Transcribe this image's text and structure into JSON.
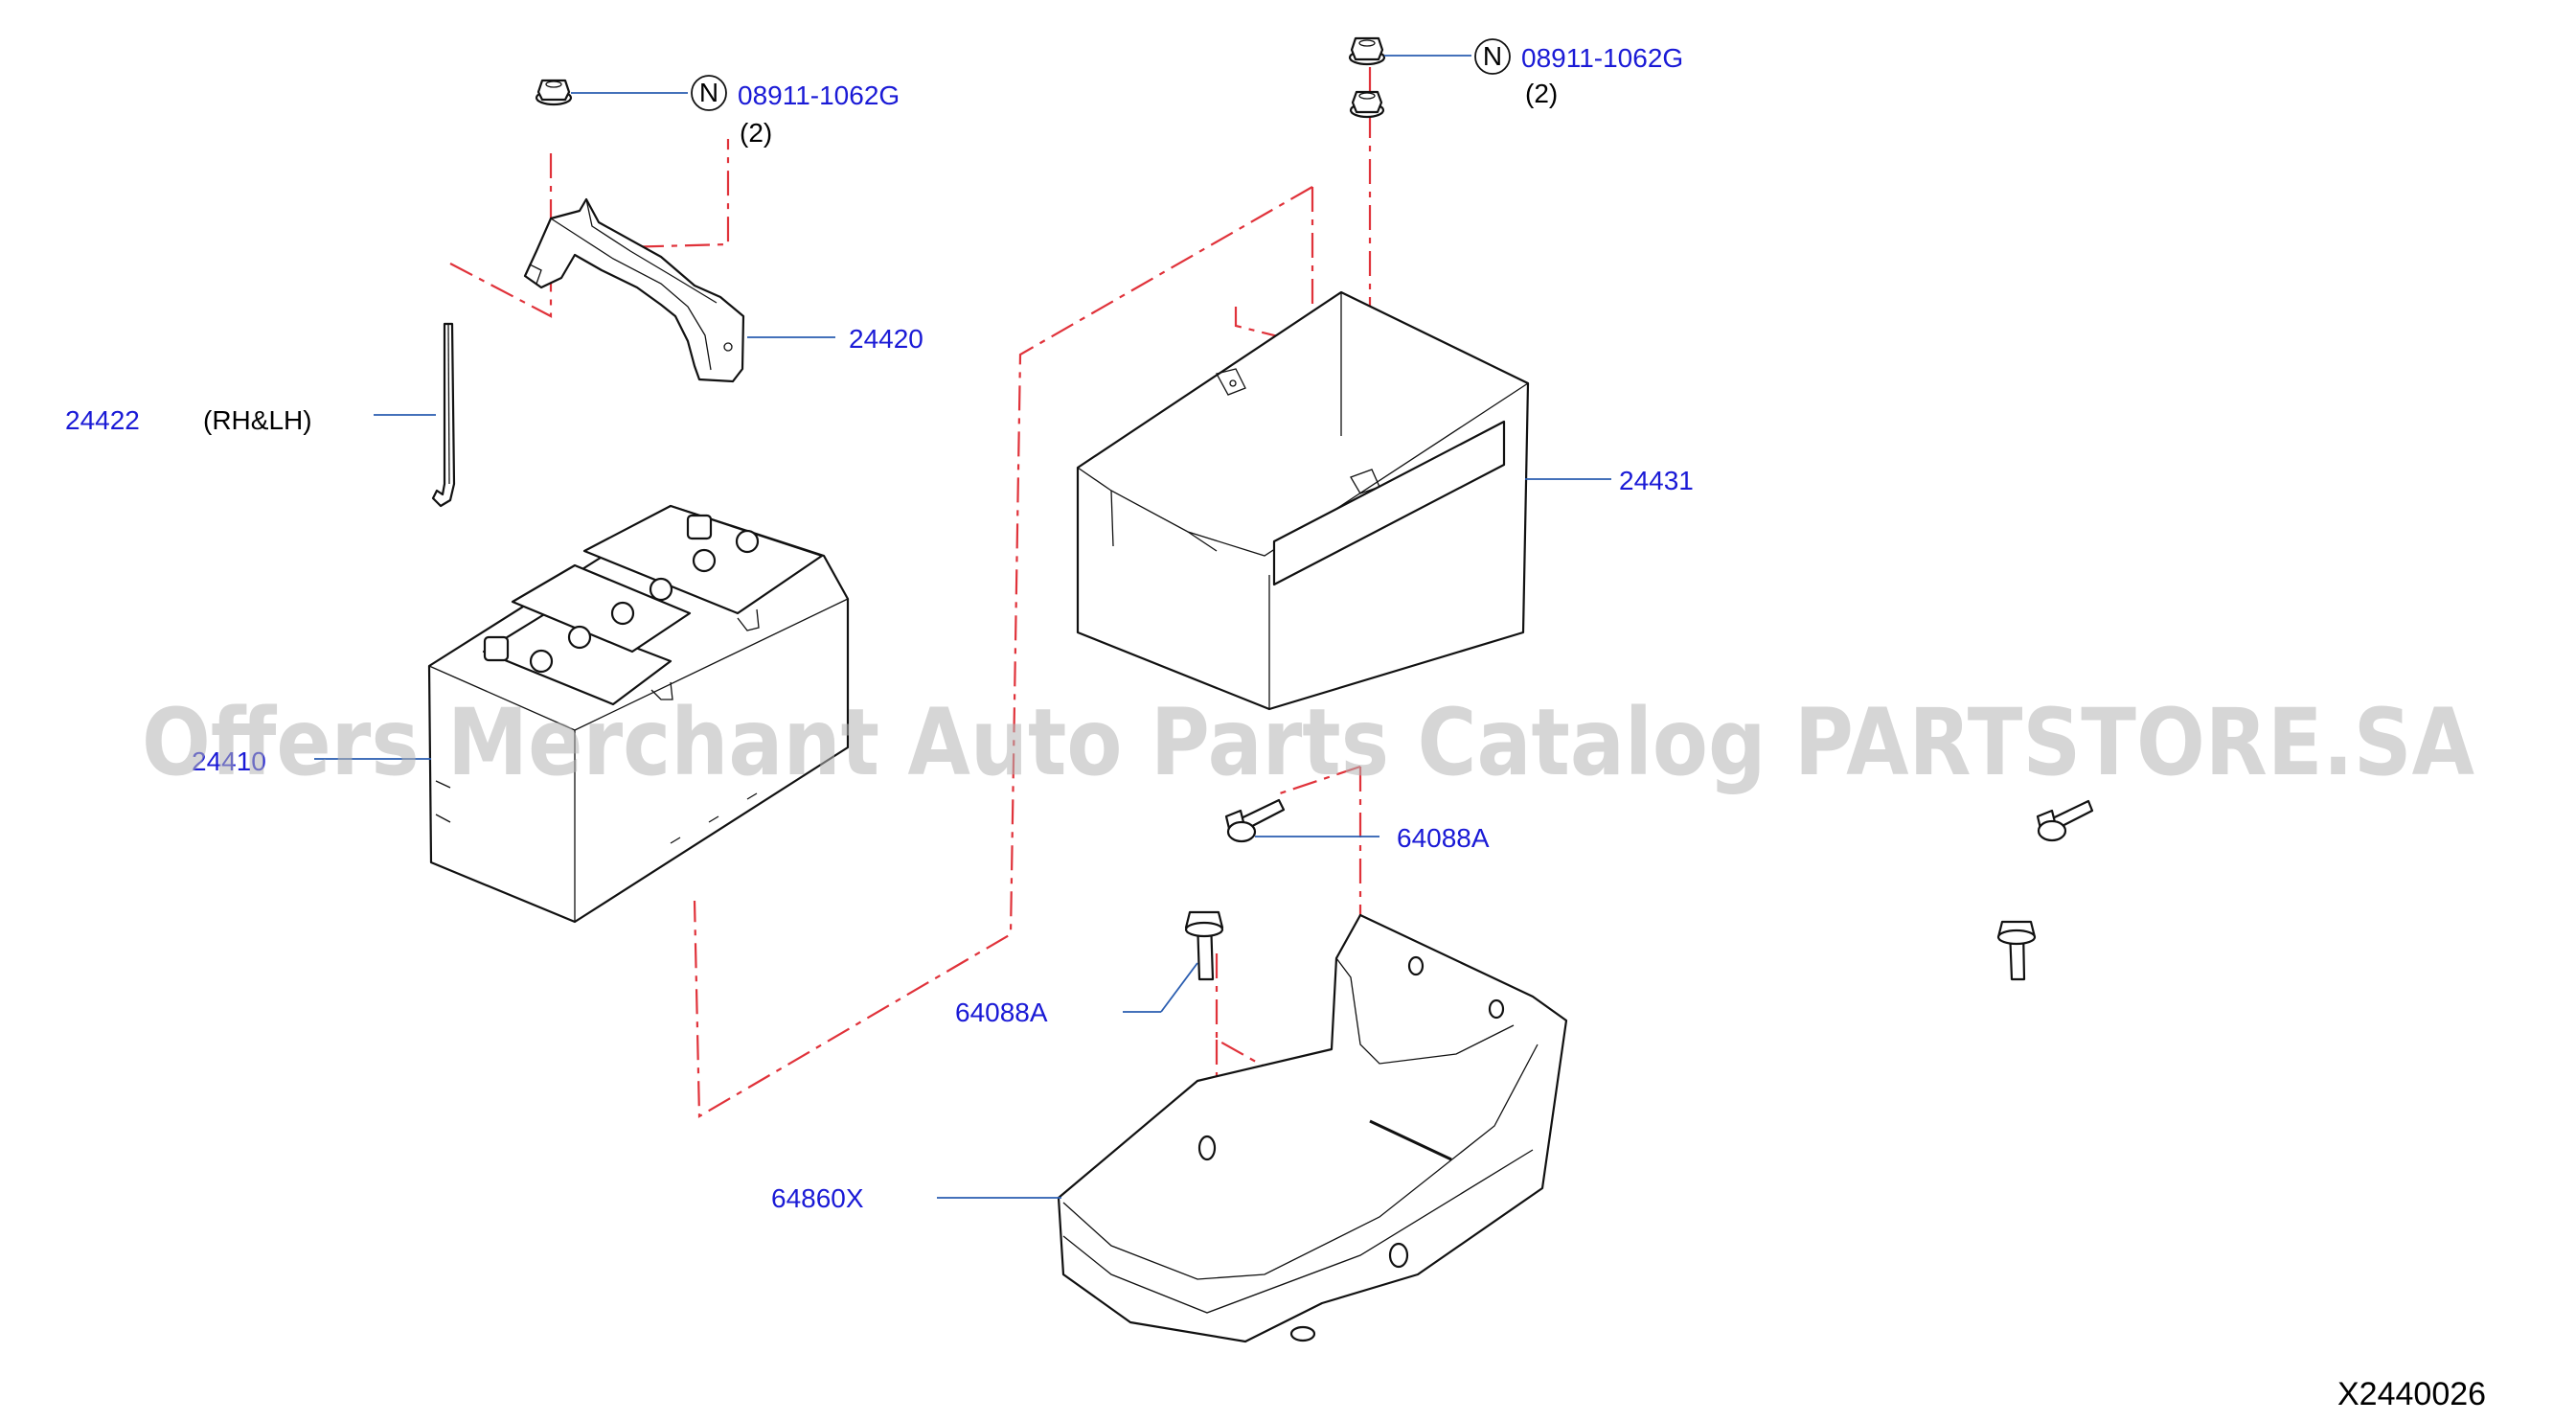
{
  "callouts": {
    "nut_left": "08911-1062G",
    "nut_left_qty": "(2)",
    "nut_right": "08911-1062G",
    "nut_right_qty": "(2)",
    "frame": "24420",
    "rod": "24422",
    "rod_side": "(RH&LH)",
    "case": "24431",
    "battery": "24410",
    "bolt_upper": "64088A",
    "bolt_lower": "64088A",
    "tray": "64860X"
  },
  "nut_symbol": "N",
  "diagram_code": "X2440026",
  "watermark": "Offers Merchant Auto Parts Catalog PARTSTORE.SA",
  "colors": {
    "callout_text": "#1a1ad6",
    "leader_line": "#2a5db0",
    "center_line": "#e0323a",
    "part_line": "#111111",
    "watermark": "#b4b4b4"
  }
}
